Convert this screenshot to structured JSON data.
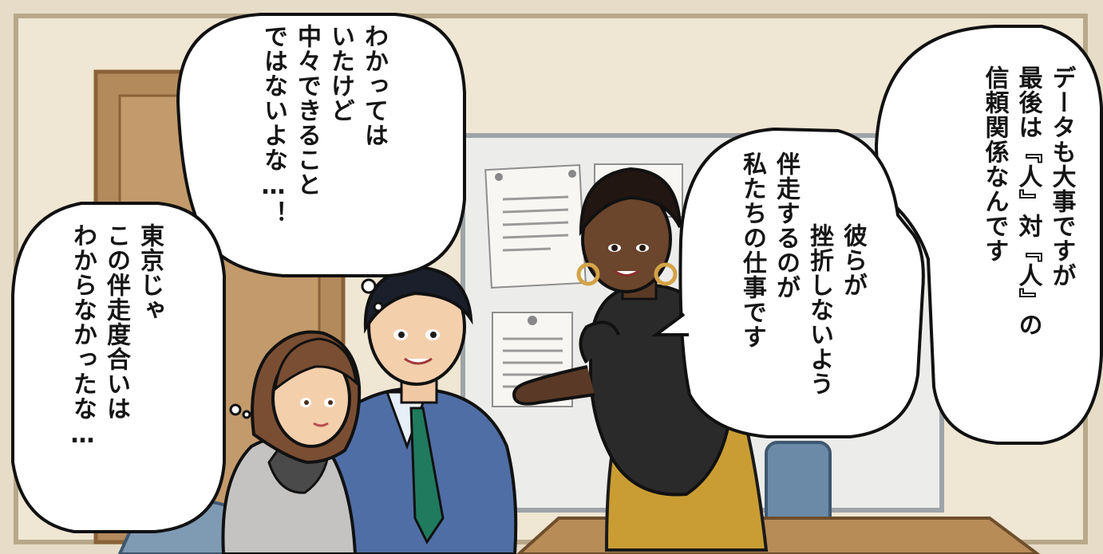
{
  "bubbles": {
    "top": {
      "speaker": "man",
      "type": "thought",
      "lines": [
        "わかっては",
        "いたけど",
        "中々できること",
        "ではないよな…！"
      ]
    },
    "left": {
      "speaker": "woman",
      "type": "thought",
      "lines": [
        "東京じゃ",
        "この伴走度合いは",
        "わからなかったな…"
      ]
    },
    "right_outer": {
      "speaker": "presenter",
      "type": "speech",
      "lines": [
        "データも大事ですが",
        "最後は『人』対『人』の",
        "信頼関係なんです"
      ]
    },
    "right_inner": {
      "speaker": "presenter",
      "type": "speech",
      "lines": [
        "彼らが",
        "挫折しないよう",
        "伴走するのが",
        "私たちの仕事です"
      ]
    }
  },
  "colors": {
    "wall": "#e6dcc7",
    "whiteboard": "#ececea",
    "wood": "#a67a4b",
    "suit_blue": "#4f6ea5",
    "tie_green": "#1f7a5e",
    "presenter_top": "#2a2a2a",
    "woman_hair": "#7a4e33",
    "blazer_gray": "#c5c3c1"
  }
}
